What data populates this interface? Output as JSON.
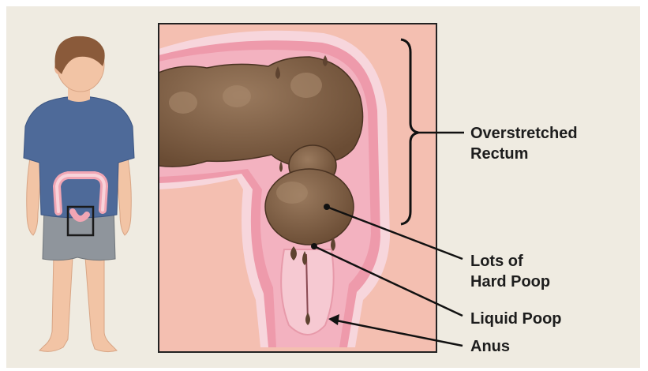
{
  "labels": {
    "overstretched_line1": "Overstretched",
    "overstretched_line2": "Rectum",
    "hard_poop_line1": "Lots of",
    "hard_poop_line2": "Hard Poop",
    "liquid_poop": "Liquid Poop",
    "anus": "Anus"
  },
  "colors": {
    "background": "#efebe1",
    "skin": "#f2c4a5",
    "hair": "#8a5a3a",
    "shirt": "#4e6a99",
    "shorts": "#8f959c",
    "tissue": "#f4bfb1",
    "wall_light": "#f7d6dc",
    "wall_pink": "#ee9aab",
    "poop": "#7a5b41",
    "poop_highlight": "#9a7a5e",
    "outline": "#222222"
  }
}
